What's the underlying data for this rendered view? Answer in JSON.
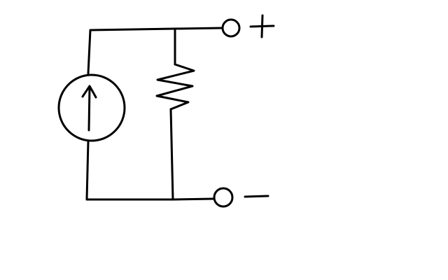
{
  "diagram": {
    "type": "circuit-schematic",
    "components": [
      {
        "kind": "current-source",
        "direction": "up"
      },
      {
        "kind": "resistor"
      },
      {
        "kind": "terminal",
        "polarity": "positive"
      },
      {
        "kind": "terminal",
        "polarity": "negative"
      }
    ],
    "terminals": {
      "positive_symbol": "+",
      "negative_symbol": "−"
    },
    "colors": {
      "stroke": "#000000",
      "background": "#ffffff"
    }
  }
}
